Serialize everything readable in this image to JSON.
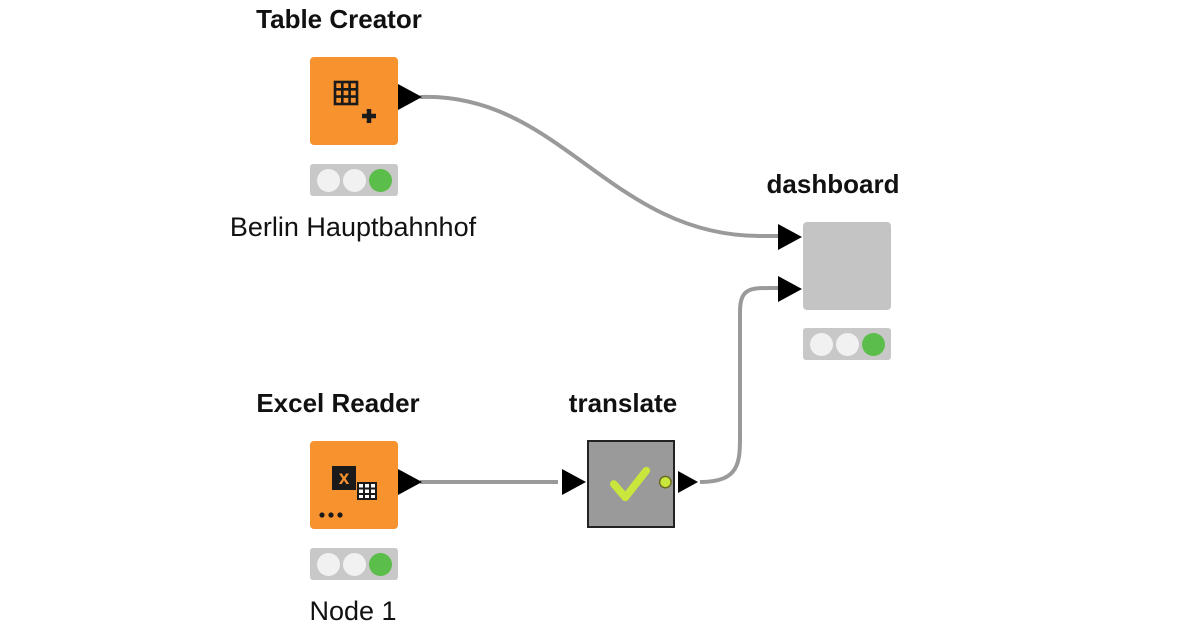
{
  "nodes": [
    {
      "id": "table-creator",
      "title": "Table Creator",
      "label": "Berlin Hauptbahnhof",
      "icon": "table-add-icon",
      "color": "#f7932f",
      "status": [
        "idle",
        "idle",
        "executed"
      ]
    },
    {
      "id": "excel-reader",
      "title": "Excel Reader",
      "label": "Node 1",
      "icon": "excel-table-icon",
      "color": "#f7932f",
      "status": [
        "idle",
        "idle",
        "executed"
      ]
    },
    {
      "id": "translate",
      "title": "translate",
      "label": "",
      "icon": "checkmark-icon",
      "color": "#9a9a9a",
      "status": []
    },
    {
      "id": "dashboard",
      "title": "dashboard",
      "label": "",
      "icon": "",
      "color": "#c4c4c4",
      "status": [
        "idle",
        "idle",
        "executed"
      ]
    }
  ],
  "connections": [
    {
      "from": "table-creator",
      "to": "dashboard",
      "to_port": 1
    },
    {
      "from": "excel-reader",
      "to": "translate",
      "to_port": 1
    },
    {
      "from": "translate",
      "to": "dashboard",
      "to_port": 2
    }
  ],
  "colors": {
    "node_orange": "#f7932f",
    "component_grey": "#c4c4c4",
    "metanode_grey": "#9a9a9a",
    "status_green": "#5bbd4a",
    "connection": "#9a9a9a",
    "check": "#c8e63c"
  }
}
